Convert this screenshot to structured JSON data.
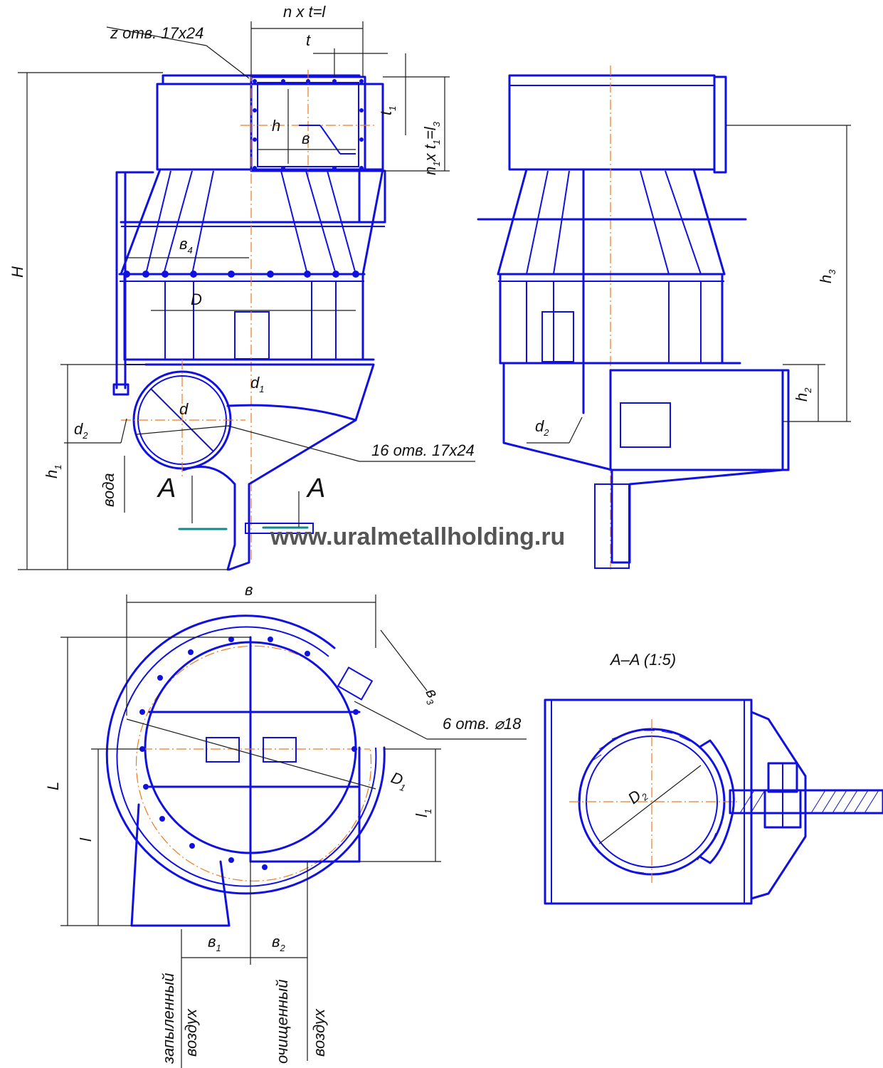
{
  "watermark": "www.uralmetallholding.ru",
  "labels": {
    "n_t": "n x t=l",
    "z_holes": "z отв. 17x24",
    "t": "t",
    "t1": "t",
    "t1_sub": "1",
    "n1t1": "n",
    "n1t1_sub1": "1",
    "n1t1_mid": "x t",
    "n1t1_sub2": "1",
    "n1t1_end": "=l",
    "n1t1_sub3": "3",
    "h": "h",
    "b": "в",
    "H": "H",
    "b4": "в",
    "b4_sub": "4",
    "D": "D",
    "d": "d",
    "d1": "d",
    "d1_sub": "1",
    "d2_left": "d",
    "d2_left_sub": "2",
    "d2_right": "d",
    "d2_right_sub": "2",
    "holes16": "16 отв. 17x24",
    "h1": "h",
    "h1_sub": "1",
    "voda": "вода",
    "A_left": "A",
    "A_right": "A",
    "h3": "h",
    "h3_sub": "3",
    "h2": "h",
    "h2_sub": "2",
    "B_top": "в",
    "b3": "в",
    "b3_sub": "3",
    "holes6": "6 отв. ⌀18",
    "D1": "D",
    "D1_sub": "1",
    "L": "L",
    "l": "l",
    "l1": "l",
    "l1_sub": "1",
    "b1": "в",
    "b1_sub": "1",
    "b2": "в",
    "b2_sub": "2",
    "dusty_1": "запыленный",
    "dusty_2": "воздух",
    "clean_1": "очищенный",
    "clean_2": "воздух",
    "section_title": "A–A (1:5)",
    "D2": "D",
    "D2_sub": "2"
  }
}
